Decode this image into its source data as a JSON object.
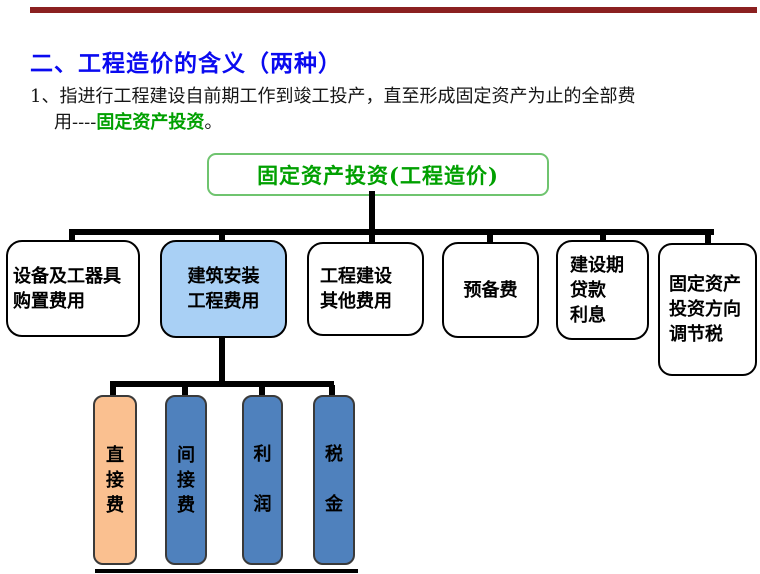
{
  "heading": {
    "text": "二、工程造价的含义（两种）"
  },
  "paragraph": {
    "line1": "1、指进行工程建设自前期工作到竣工投产，直至形成固定资产为止的全部费",
    "line2_prefix": "用----",
    "line2_highlight": "固定资产投资",
    "line2_suffix": "。"
  },
  "tree": {
    "root": {
      "label": "固定资产投资(工程造价)"
    },
    "level2": [
      {
        "id": "equipment",
        "lines": [
          "设备及工器具",
          "购置费用"
        ]
      },
      {
        "id": "construction",
        "lines": [
          "建筑安装",
          "工程费用"
        ]
      },
      {
        "id": "other",
        "lines": [
          "工程建设",
          "其他费用"
        ]
      },
      {
        "id": "reserve",
        "lines": [
          "预备费"
        ]
      },
      {
        "id": "loan",
        "lines": [
          "建设期",
          "贷款",
          "利息"
        ]
      },
      {
        "id": "tax",
        "lines": [
          "固定资产",
          "投资方向",
          "调节税"
        ]
      }
    ],
    "level3": [
      {
        "id": "direct-fee",
        "chars": [
          "直",
          "接",
          "费"
        ]
      },
      {
        "id": "indirect-fee",
        "chars": [
          "间",
          "接",
          "费"
        ]
      },
      {
        "id": "profit",
        "chars": [
          "利",
          "润"
        ]
      },
      {
        "id": "tax-fee",
        "chars": [
          "税",
          "金"
        ]
      }
    ]
  },
  "colors": {
    "title_blue": "#0a0af0",
    "green_text": "#00a000",
    "green_border": "#6fc46f",
    "light_blue_fill": "#a9d0f5",
    "steel_blue_fill": "#4f81bd",
    "orange_fill": "#fac090",
    "top_rule_maroon": "#8b2020",
    "connector_black": "#000000"
  }
}
